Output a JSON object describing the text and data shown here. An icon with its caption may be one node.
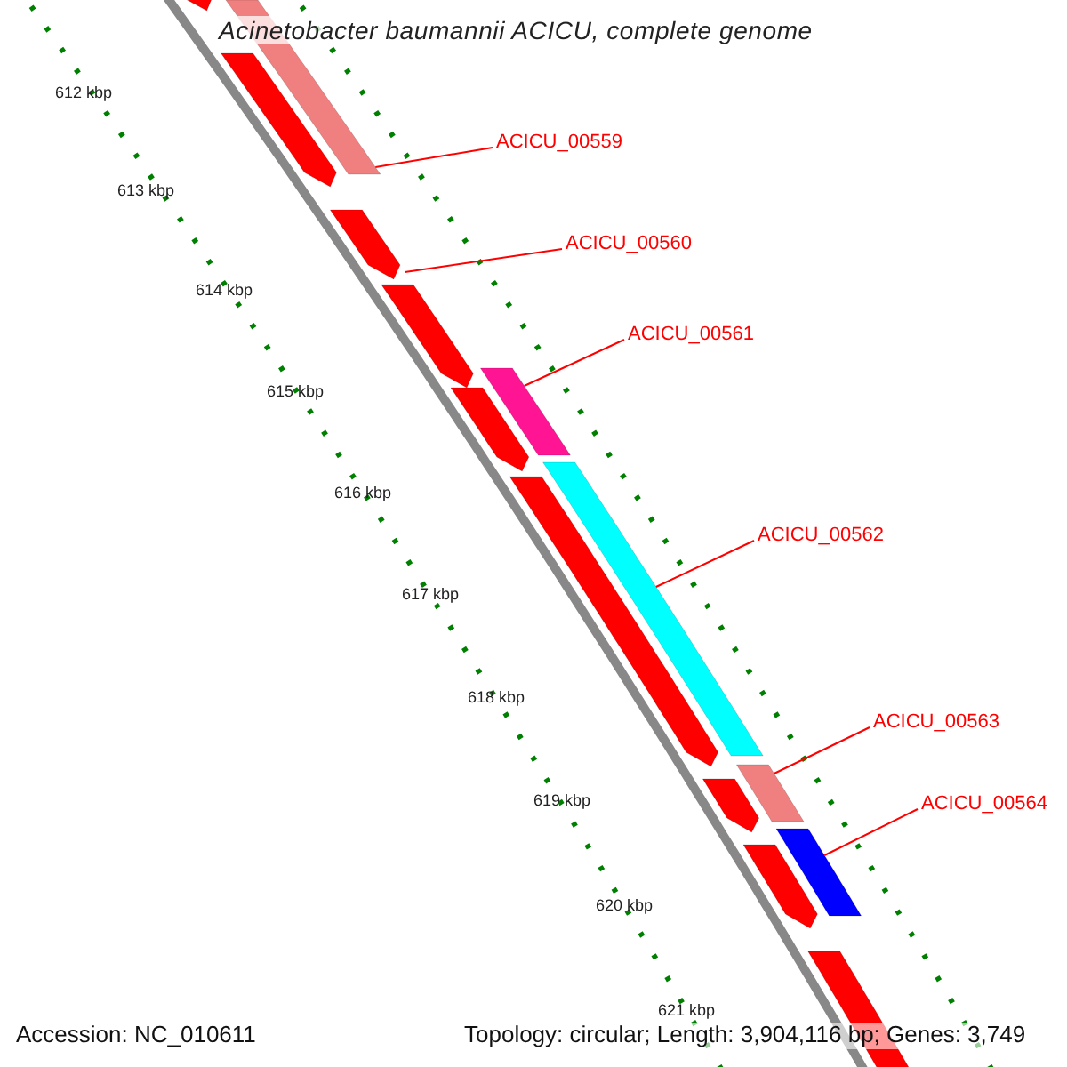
{
  "diagram": {
    "title": "Acinetobacter baumannii ACICU, complete genome",
    "nodes": [
      {
        "text": [
          "ACICU_00559"
        ]
      },
      {
        "text": [],
        "shape": "bar"
      },
      {
        "text": [
          "ACICU_00560"
        ]
      },
      {
        "text": [],
        "shape": "bar"
      },
      {
        "text": [
          "ACICU_00561"
        ]
      },
      {
        "text": [],
        "shape": "bar"
      },
      {
        "text": [
          "ACICU_00562"
        ]
      },
      {
        "text": [],
        "shape": "bar"
      },
      {
        "text": [
          "ACICU_00563"
        ]
      },
      {
        "text": [],
        "shape": "bar"
      },
      {
        "text": [
          "ACICU_00564"
        ]
      },
      {
        "text": [],
        "shape": "bar"
      },
      {
        "text": [],
        "shape": "bar"
      },
      {
        "text": [],
        "shape": "bar"
      },
      {
        "text": [],
        "shape": "bar"
      },
      {
        "text": [],
        "shape": "bar"
      },
      {
        "text": [],
        "shape": "bar"
      },
      {
        "text": [],
        "shape": "bar"
      },
      {
        "text": [],
        "shape": "bar"
      },
      {
        "text": [],
        "shape": "bar"
      }
    ],
    "edges": [
      {
        "from": 0,
        "to": 1,
        "arrow": "none"
      },
      {
        "from": 2,
        "to": 3,
        "arrow": "none"
      },
      {
        "from": 4,
        "to": 5,
        "arrow": "none"
      },
      {
        "from": 6,
        "to": 7,
        "arrow": "none"
      },
      {
        "from": 8,
        "to": 9,
        "arrow": "none"
      },
      {
        "from": 10,
        "to": 11,
        "arrow": "none"
      }
    ],
    "labels": [
      "612 kbp",
      "613 kbp",
      "614 kbp",
      "615 kbp",
      "616 kbp",
      "617 kbp",
      "618 kbp",
      "619 kbp",
      "620 kbp",
      "621 kbp",
      "Accession: NC_010611",
      "Topology: circular; Length: 3,904,116 bp; Genes: 3,749"
    ]
  }
}
